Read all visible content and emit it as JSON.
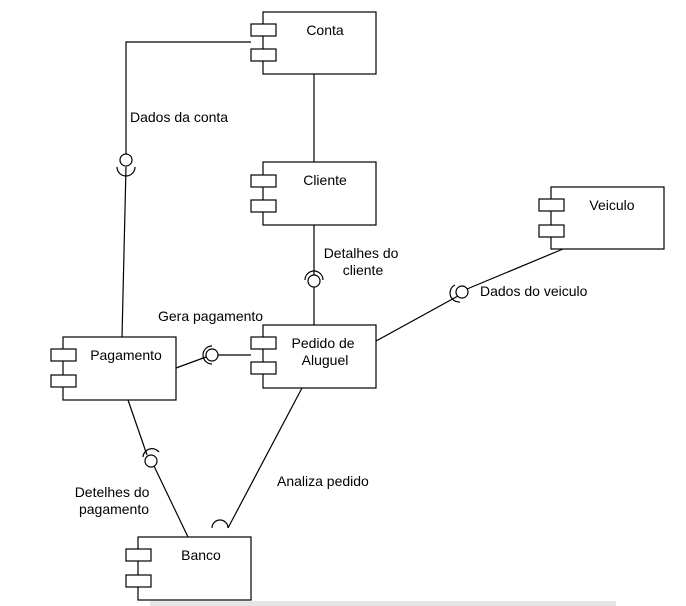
{
  "diagram": {
    "components": {
      "conta": [
        "Conta"
      ],
      "cliente": [
        "Cliente"
      ],
      "veiculo": [
        "Veiculo"
      ],
      "pedido": [
        "Pedido de",
        "Aluguel"
      ],
      "pagamento": [
        "Pagamento"
      ],
      "banco": [
        "Banco"
      ]
    },
    "labels": {
      "dados_conta": [
        "Dados da conta"
      ],
      "detalhes_cliente": [
        "Detalhes do",
        "cliente"
      ],
      "dados_veiculo": [
        "Dados do veiculo"
      ],
      "gera_pagamento": [
        "Gera pagamento"
      ],
      "detelhes_pagamento": [
        "Detelhes do",
        "pagamento"
      ],
      "analiza_pedido": [
        "Analiza pedido"
      ]
    }
  }
}
